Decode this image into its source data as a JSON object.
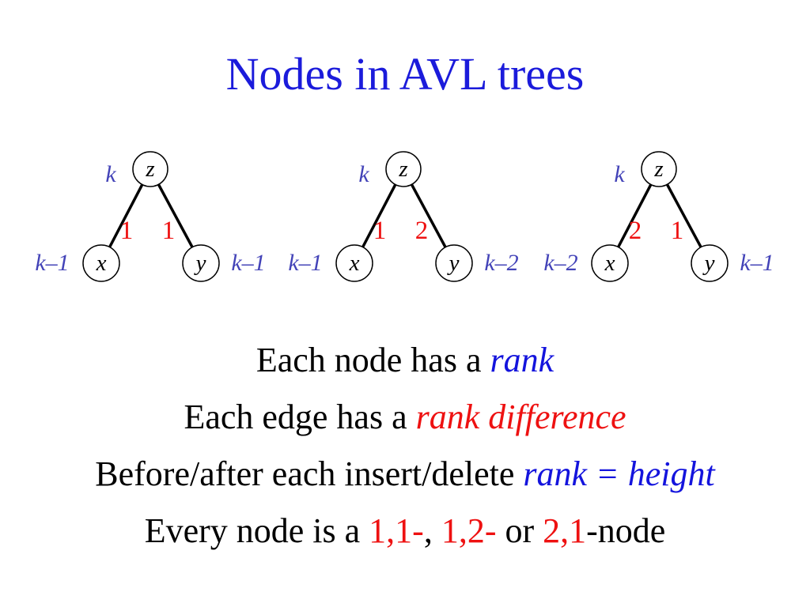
{
  "title": "Nodes in AVL trees",
  "colors": {
    "title_blue": "#1b1bdb",
    "emphasis_blue": "#1414dd",
    "accent_red": "#ee1111",
    "rank_label_blue": "#4343b8",
    "text_black": "#000000",
    "background": "#ffffff"
  },
  "trees": [
    {
      "root": "z",
      "root_rank": "k",
      "left": "x",
      "left_rank": "k–1",
      "right": "y",
      "right_rank": "k–1",
      "left_edge": "1",
      "right_edge": "1"
    },
    {
      "root": "z",
      "root_rank": "k",
      "left": "x",
      "left_rank": "k–1",
      "right": "y",
      "right_rank": "k–2",
      "left_edge": "1",
      "right_edge": "2"
    },
    {
      "root": "z",
      "root_rank": "k",
      "left": "x",
      "left_rank": "k–2",
      "right": "y",
      "right_rank": "k–1",
      "left_edge": "2",
      "right_edge": "1"
    }
  ],
  "body": {
    "lines": [
      {
        "parts": [
          {
            "text": "Each node has a ",
            "style": "plain"
          },
          {
            "text": "rank",
            "style": "blue-italic"
          }
        ]
      },
      {
        "parts": [
          {
            "text": "Each edge has a ",
            "style": "plain"
          },
          {
            "text": "rank difference",
            "style": "red-italic"
          }
        ]
      },
      {
        "parts": [
          {
            "text": "Before/after each insert/delete ",
            "style": "plain"
          },
          {
            "text": "rank = height",
            "style": "blue-italic"
          }
        ]
      },
      {
        "parts": [
          {
            "text": "Every node is a ",
            "style": "plain"
          },
          {
            "text": "1,1-",
            "style": "red"
          },
          {
            "text": ", ",
            "style": "plain"
          },
          {
            "text": "1,2-",
            "style": "red"
          },
          {
            "text": " or ",
            "style": "plain"
          },
          {
            "text": "2,1",
            "style": "red"
          },
          {
            "text": "-node",
            "style": "plain"
          }
        ]
      }
    ]
  }
}
